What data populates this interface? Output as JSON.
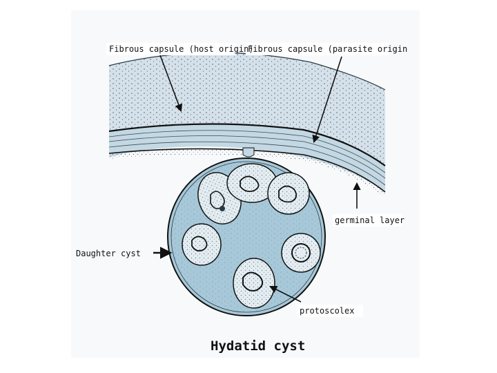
{
  "labels": {
    "host_capsule": "Fibrous capsule (host origin)",
    "parasite_capsule": "Fibrous capsule (parasite origin",
    "germinal_layer": "germinal layer",
    "daughter_cyst": "Daughter cyst",
    "protoscolex": "protoscolex",
    "title": "Hydatid cyst"
  },
  "colors": {
    "paper": "#f7f9fb",
    "host_capsule": "#d5e1ea",
    "parasite_band": "#c3d8e3",
    "cyst_fluid": "#a7c8d8",
    "protoscolex": "#e3edf2",
    "ink": "#1a1a1a"
  }
}
